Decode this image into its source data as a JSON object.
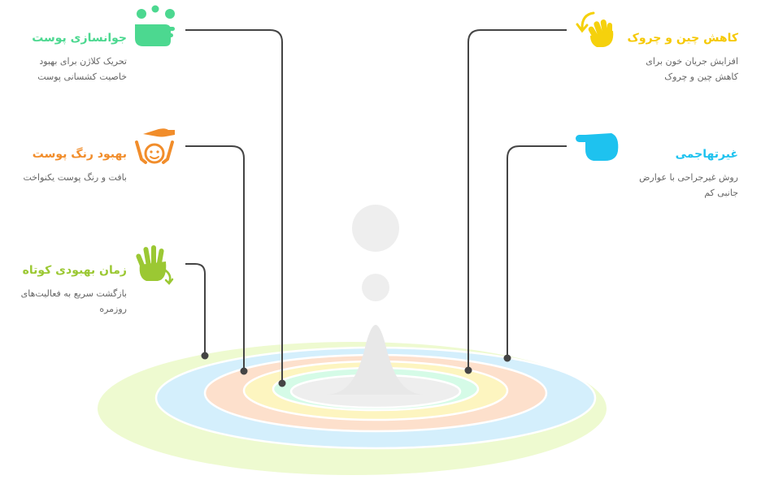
{
  "colors": {
    "ring_green": "#eefad0",
    "ring_blue": "#d4effc",
    "ring_orange": "#fde0cc",
    "ring_yellow": "#fdf5c0",
    "ring_mint": "#d5fbe7",
    "ring_center": "#eeeeee",
    "drop": "#e8e8e8",
    "line": "#444444",
    "skin": "#4cd890",
    "tone": "#f18d2b",
    "recovery": "#9bc833",
    "wrinkle": "#f5d10c",
    "noninvasive": "#1ec2ef"
  },
  "items": {
    "skin": {
      "title": "جوانسازی پوست",
      "desc": "تحریک کلاژن برای بهبود خاصیت کشسانی پوست",
      "icon": "hand-washing-icon"
    },
    "tone": {
      "title": "بهبود رنگ پوست",
      "desc": "بافت و رنگ پوست یکنواخت",
      "icon": "child-care-icon"
    },
    "recovery": {
      "title": "زمان بهبودی کوتاه",
      "desc": "بازگشت سریع به فعالیت‌های روزمره",
      "icon": "waving-hand-icon"
    },
    "wrinkle": {
      "title": "کاهش چین و چروک",
      "desc": "افزایش جریان خون برای کاهش چین و چروک",
      "icon": "hand-undo-icon"
    },
    "noninvasive": {
      "title": "غیرتهاجمی",
      "desc": "روش غیرجراحی با عوارض جانبی کم",
      "icon": "pointing-hand-icon"
    }
  }
}
